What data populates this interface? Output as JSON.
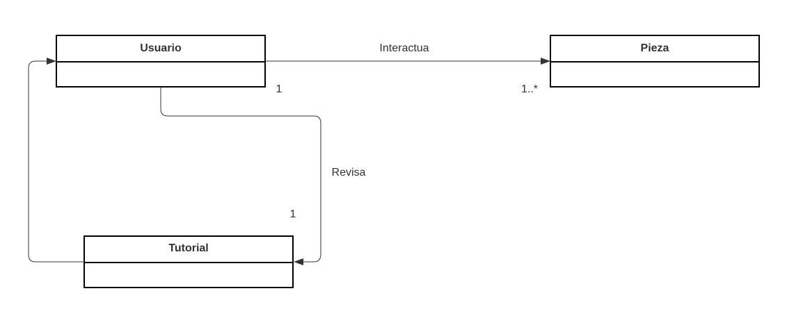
{
  "classes": {
    "usuario": {
      "name": "Usuario"
    },
    "pieza": {
      "name": "Pieza"
    },
    "tutorial": {
      "name": "Tutorial"
    }
  },
  "associations": {
    "interactua": {
      "label": "Interactua",
      "source_multiplicity": "1",
      "target_multiplicity": "1..*"
    },
    "revisa": {
      "label": "Revisa",
      "target_multiplicity": "1"
    }
  },
  "colors": {
    "stroke": "#000000",
    "line": "#333333",
    "text": "#333333",
    "background": "#ffffff"
  }
}
